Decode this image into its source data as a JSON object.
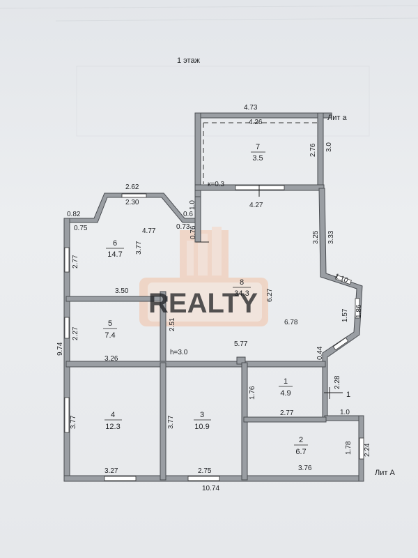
{
  "floor_title": "1 этаж",
  "lit_a_small": "Лит а",
  "lit_a_big": "Лит А",
  "watermark": "REALTY",
  "height_note": "h=3.0",
  "k_note": "к=0.3",
  "room_7": {
    "num": "7",
    "area": "3.5"
  },
  "room_6": {
    "num": "6",
    "area": "14.7"
  },
  "room_8": {
    "num": "8",
    "area": "34.3"
  },
  "room_5": {
    "num": "5",
    "area": "7.4"
  },
  "room_4": {
    "num": "4",
    "area": "12.3"
  },
  "room_3": {
    "num": "3",
    "area": "10.9"
  },
  "room_1": {
    "num": "1",
    "area": "4.9"
  },
  "room_2": {
    "num": "2",
    "area": "6.7"
  },
  "entry_mark": "1",
  "dims": {
    "d473": "4.73",
    "d426": "4.26",
    "d276": "2.76",
    "d30": "3.0",
    "d427": "4.27",
    "d262": "2.62",
    "d230": "2.30",
    "d082": "0.82",
    "d075": "0.75",
    "d477": "4.77",
    "d073": "0.73",
    "d06": "0.6",
    "d10a": "1.0",
    "d076": "0.76",
    "d377a": "3.77",
    "d277": "2.77",
    "d325": "3.25",
    "d333": "3.33",
    "d110": "1.10",
    "d157": "1.57",
    "d186": "1.86",
    "d627": "6.27",
    "d678": "6.78",
    "d350": "3.50",
    "d227": "2.27",
    "d251": "2.51",
    "d974": "9.74",
    "d326": "3.26",
    "d577": "5.77",
    "d044": "0.44",
    "d176": "1.76",
    "d228": "2.28",
    "d10b": "1.0",
    "d277b": "2.77",
    "d377b": "3.77",
    "d377c": "3.77",
    "d178": "1.78",
    "d224": "2.24",
    "d327": "3.27",
    "d275": "2.75",
    "d376": "3.76",
    "d1074": "10.74"
  }
}
